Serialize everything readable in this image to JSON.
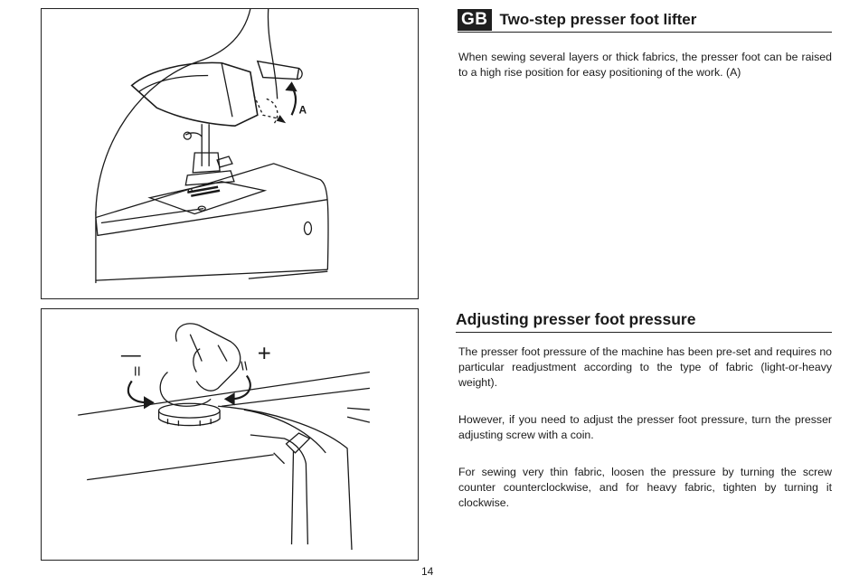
{
  "section1": {
    "language_badge": "GB",
    "title": "Two-step presser foot lifter",
    "paragraph": "When sewing several layers or thick fabrics, the presser foot can be raised to a high rise position for easy positioning of the work. (A)"
  },
  "section2": {
    "title": "Adjusting presser foot pressure",
    "paragraphs": [
      "The presser foot pressure of the machine has been pre-set and requires no particular readjustment according to the type of fabric (light-or-heavy weight).",
      "However, if you need to adjust the presser foot pressure, turn the presser adjusting screw with a coin.",
      "For sewing very thin fabric, loosen the pressure by turning the screw counter counterclockwise, and for heavy fabric, tighten by turning it clockwise."
    ]
  },
  "figure1": {
    "label": "A",
    "icon": "sewing-machine-illustration"
  },
  "figure2": {
    "minus_label": "—",
    "plus_label": "+",
    "icon": "pressure-dial-illustration"
  },
  "page_number": "14"
}
